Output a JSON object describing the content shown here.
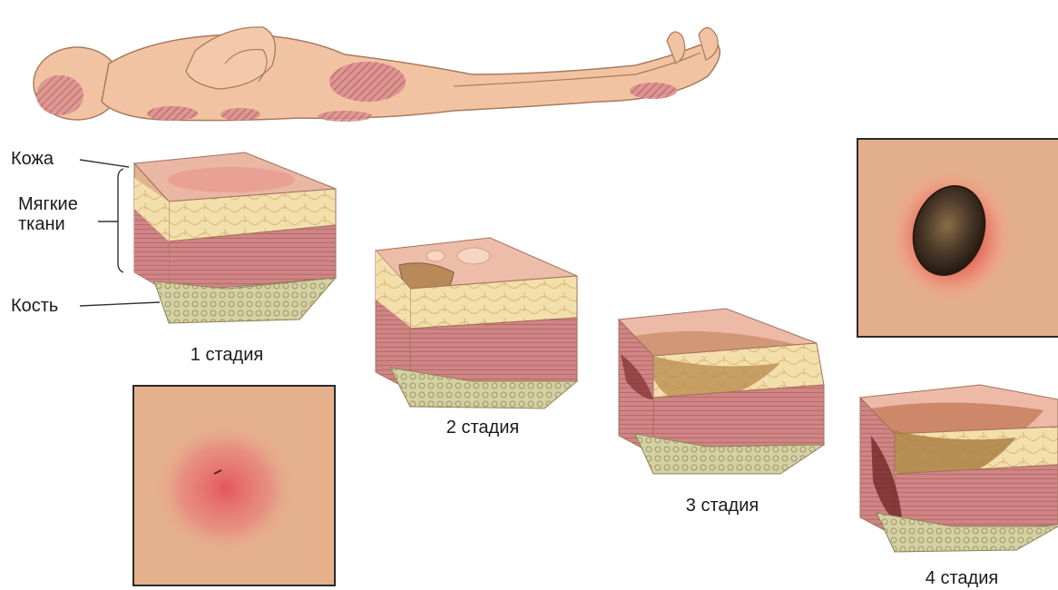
{
  "labels": {
    "skin": "Кожа",
    "soft_tissue": "Мягкие\nткани",
    "soft_tissue_line1": "Мягкие",
    "soft_tissue_line2": "ткани",
    "bone": "Кость"
  },
  "stages": [
    {
      "label": "1 стадия"
    },
    {
      "label": "2 стадия"
    },
    {
      "label": "3 стадия"
    },
    {
      "label": "4 стадия"
    }
  ],
  "colors": {
    "skin_tone": "#f2c7a6",
    "pressure_area": "#c86a6a",
    "epidermis": "#e9b3a3",
    "fat": "#f1dca7",
    "muscle": "#c97a7a",
    "bone": "#c8c49a",
    "wound": "#4a3a2e"
  }
}
